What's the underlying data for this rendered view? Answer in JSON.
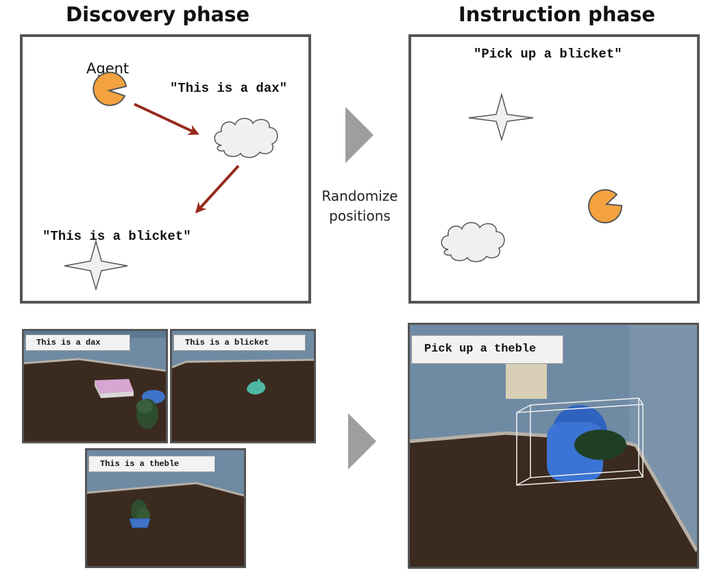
{
  "headings": {
    "discovery": "Discovery phase",
    "instruction": "Instruction phase"
  },
  "discovery_panel": {
    "agent_label": "Agent",
    "dax_label": "\"This is a dax\"",
    "blicket_label": "\"This is a blicket\""
  },
  "instruction_panel": {
    "instruction_text": "\"Pick up a blicket\""
  },
  "middle": {
    "line1": "Randomize",
    "line2": "positions"
  },
  "screenshots": {
    "dax_caption": "This is a dax",
    "blicket_caption": "This is a blicket",
    "theble_caption": "This is a theble",
    "instruction_caption": "Pick up a theble"
  },
  "colors": {
    "agent": "#f3a23f",
    "path_arrow": "#962a1c",
    "panel_border": "#555555",
    "transition_arrow": "#9e9e9e",
    "wall": "#6f8aa3",
    "floor": "#3b2a1f"
  },
  "icons": [
    "agent-pacman-icon",
    "cloud-icon",
    "four-point-star-icon",
    "transition-arrow-icon"
  ]
}
